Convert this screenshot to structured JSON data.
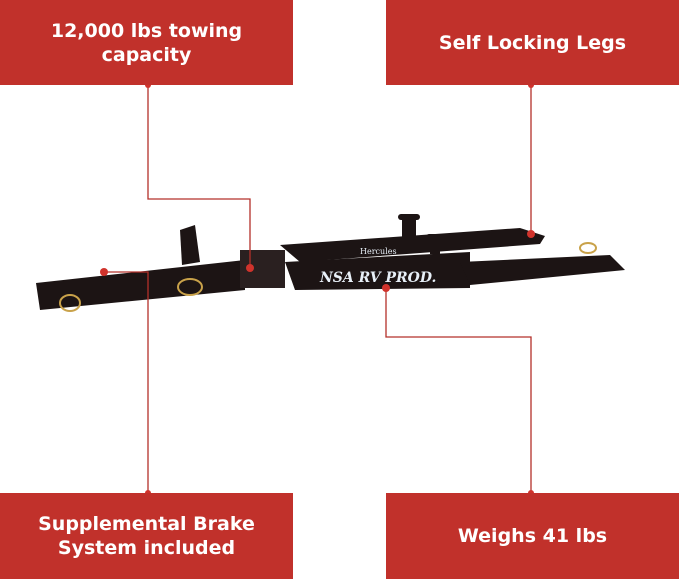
{
  "callouts": [
    {
      "label": "12,000 lbs towing capacity"
    },
    {
      "label": "Self Locking Legs"
    },
    {
      "label": "Supplemental Brake System included"
    },
    {
      "label": "Weighs 41 lbs"
    }
  ],
  "product": {
    "brand_text": "NSA RV PROD.",
    "model_text": "Hercules"
  },
  "colors": {
    "accent": "#c1312b",
    "product": "#1c1414"
  }
}
